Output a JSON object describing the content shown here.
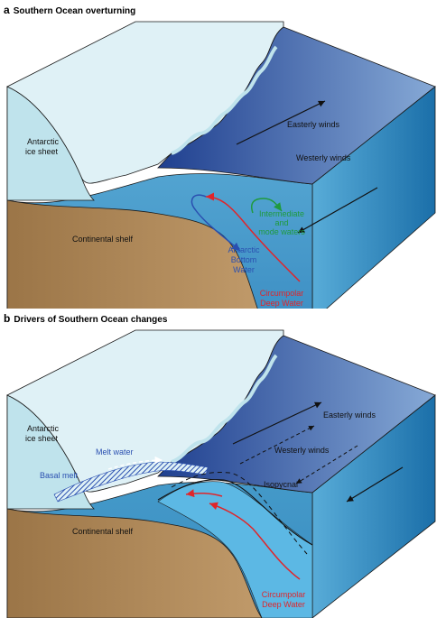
{
  "panel_a": {
    "letter": "a",
    "title": "Southern Ocean overturning",
    "labels": {
      "ice_sheet": [
        "Antarctic",
        "ice sheet"
      ],
      "easterly": "Easterly winds",
      "westerly": "Westerly winds",
      "shelf": "Continental shelf",
      "intermediate": [
        "Intermediate",
        "and",
        "mode waters"
      ],
      "bottom": [
        "Antarctic",
        "Bottom",
        "Water"
      ],
      "cdw": [
        "Circumpolar",
        "Deep Water"
      ]
    }
  },
  "panel_b": {
    "letter": "b",
    "title": "Drivers of Southern Ocean changes",
    "labels": {
      "ice_sheet": [
        "Antarctic",
        "ice sheet"
      ],
      "easterly": "Easterly winds",
      "westerly": "Westerly winds",
      "melt_water": "Melt water",
      "basal_melt": "Basal melt",
      "shelf": "Continental shelf",
      "isopycnal": "Isopycnal",
      "cdw": [
        "Circumpolar",
        "Deep Water"
      ]
    }
  },
  "colors": {
    "ice_top": "#dff1f6",
    "ice_front": "#bfe3ec",
    "ocean_surface_dark": "#1f3f8f",
    "ocean_surface_light": "#86a9d6",
    "ocean_front": "#4aa3cf",
    "ocean_side": "#1f7fb8",
    "shelf": "#a98454",
    "warm_arrow": "#e0252a",
    "cold_arrow": "#2a4fb0",
    "green_arrow": "#1f9a3e"
  }
}
